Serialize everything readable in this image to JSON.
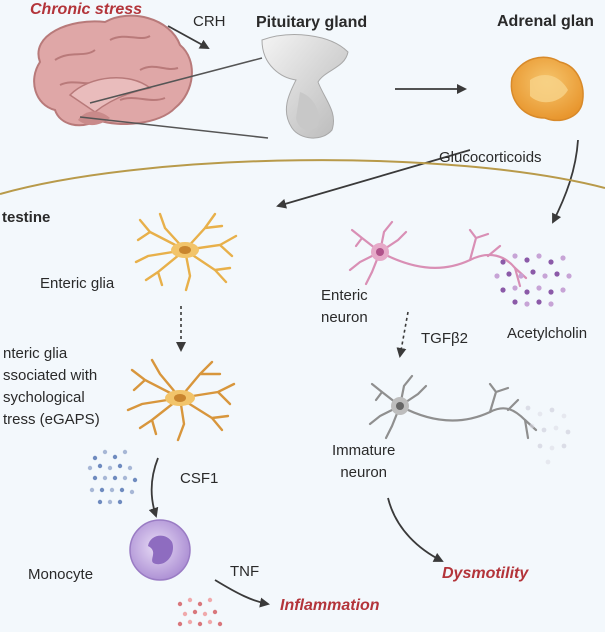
{
  "labels": {
    "chronic_stress": "Chronic stress",
    "crh": "CRH",
    "pituitary_gland": "Pituitary gland",
    "adrenal_gland": "Adrenal glan",
    "glucocorticoids": "Glucocorticoids",
    "intestine": "testine",
    "enteric_glia": "Enteric glia",
    "egaps": "nteric glia\nssociated with\nsychological\ntress (eGAPS)",
    "csf1": "CSF1",
    "monocyte": "Monocyte",
    "tnf": "TNF",
    "inflammation": "Inflammation",
    "enteric_neuron": "Enteric\nneuron",
    "tgfb2": "TGFβ2",
    "acetylcholine": "Acetylcholin",
    "immature_neuron": "Immature\nneuron",
    "dysmotility": "Dysmotility"
  },
  "colors": {
    "background": "#f3f8fc",
    "stress_red": "#b3343a",
    "text": "#2a2a2a",
    "arrow": "#3a3a3a",
    "glia": "#e8b04a",
    "neuron_pink": "#d98fb5",
    "neuron_gray": "#8f8f8f",
    "monocyte": "#b79ad8",
    "brain": "#d9a0a0",
    "adrenal": "#f0a94a",
    "boundary": "#b89a4a"
  }
}
